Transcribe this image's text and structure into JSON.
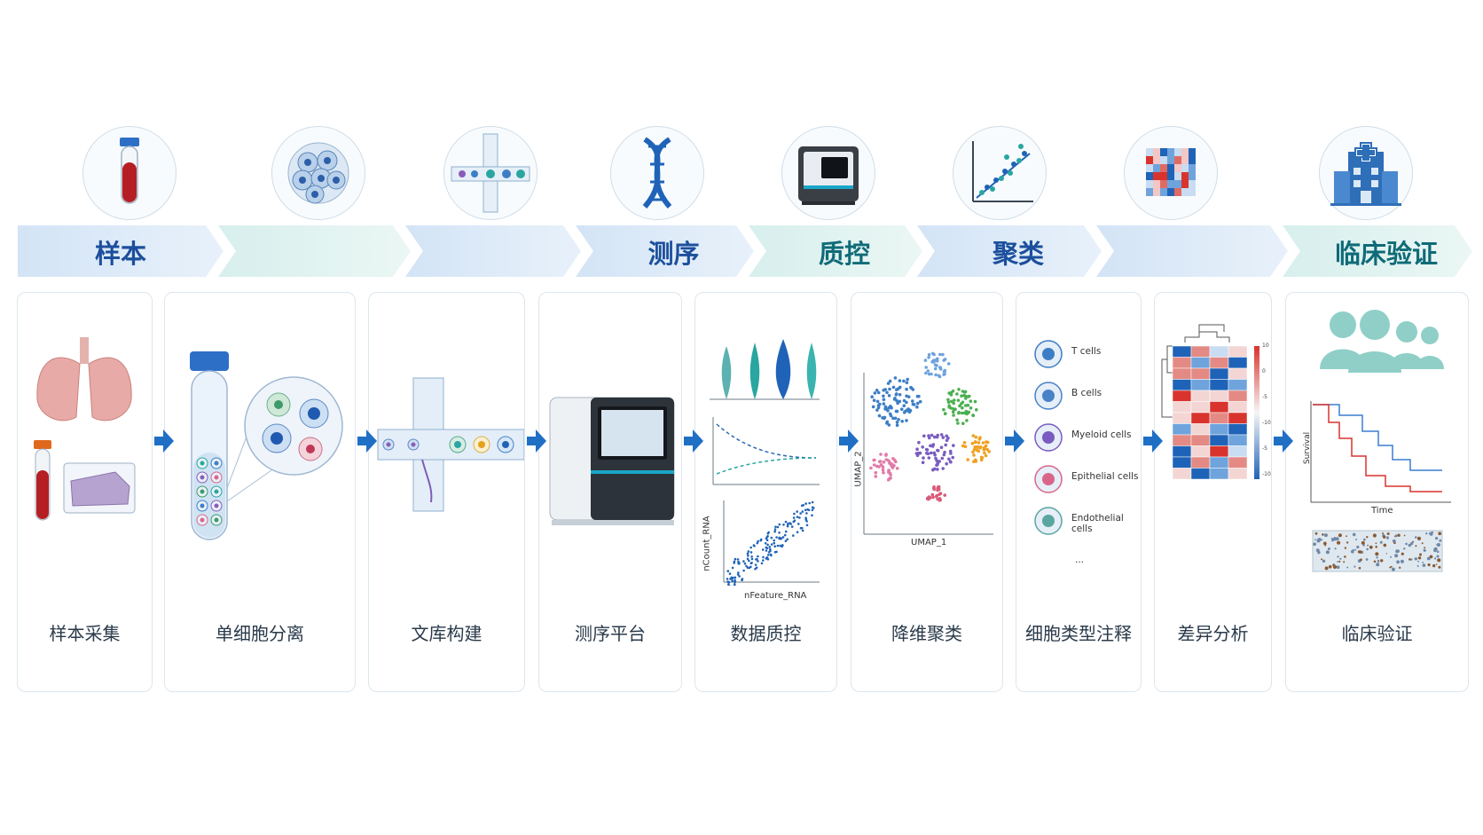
{
  "banner": [
    {
      "label": "样本",
      "color": "#1c4f9c"
    },
    {
      "label": "",
      "color": "#1c4f9c"
    },
    {
      "label": "",
      "color": "#1c4f9c"
    },
    {
      "label": "测序",
      "color": "#1c4f9c"
    },
    {
      "label": "质控",
      "color": "#0f6b78"
    },
    {
      "label": "聚类",
      "color": "#1c4f9c"
    },
    {
      "label": "",
      "color": "#1c4f9c"
    },
    {
      "label": "临床验证",
      "color": "#0f6b78"
    }
  ],
  "icons": [
    "blood-tube-icon",
    "cell-cluster-icon",
    "microfluidic-chip-icon",
    "dna-helix-icon",
    "sequencer-icon",
    "scatter-plot-icon",
    "heatmap-icon",
    "hospital-icon"
  ],
  "steps": [
    {
      "label": "样本采集"
    },
    {
      "label": "单细胞分离"
    },
    {
      "label": "文库构建"
    },
    {
      "label": "测序平台"
    },
    {
      "label": "数据质控"
    },
    {
      "label": "降维聚类"
    },
    {
      "label": "细胞类型注释"
    },
    {
      "label": "差异分析"
    },
    {
      "label": "临床验证"
    }
  ],
  "qc": {
    "xlabel": "nFeature_RNA",
    "ylabel": "nCount_RNA"
  },
  "umap": {
    "xlabel": "UMAP_1",
    "ylabel": "UMAP_2"
  },
  "cell_types": [
    "T cells",
    "B cells",
    "Myeloid cells",
    "Epithelial cells",
    "Endothelial cells",
    "..."
  ],
  "survival": {
    "ylabel": "Survival",
    "xlabel": "Time"
  },
  "heatmap_scale": [
    "10",
    "0",
    "-5",
    "-10",
    "-5",
    "-10"
  ],
  "colors": {
    "primary_blue": "#1f6fc5",
    "teal": "#2aa6a0",
    "red": "#d9332e",
    "card_border": "#dde6ee"
  }
}
